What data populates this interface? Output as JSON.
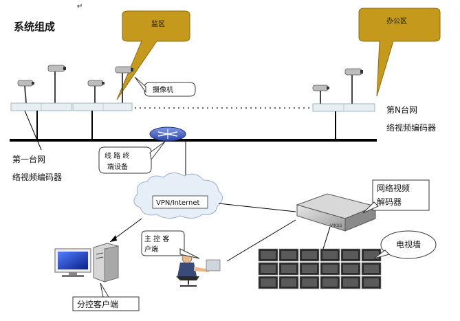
{
  "title": "系统组成",
  "top_mark": "↵",
  "callouts": {
    "monitor_area": "监区",
    "office_area": "办公区",
    "camera": "摄像机",
    "line_terminal": [
      "线 路 终",
      "端设备"
    ],
    "vpn": "VPN/Internet",
    "main_client": [
      "主 控 客",
      "户端"
    ],
    "decoder": [
      "网络视频",
      "解码器"
    ],
    "tv_wall": "电视墙",
    "sub_client": "分控客户端"
  },
  "encoder_labels": {
    "first": [
      "第一台网",
      "络视频编码器"
    ],
    "nth": [
      "第N台网",
      "络视频编码器"
    ]
  },
  "decoder_brand": "VIKSS",
  "colors": {
    "callout_fill": "#c59a1c",
    "callout_stroke": "#8a6a10",
    "bus": "#000000",
    "router": "#3b5cc8",
    "cloud_fill": "#e6eef8"
  }
}
